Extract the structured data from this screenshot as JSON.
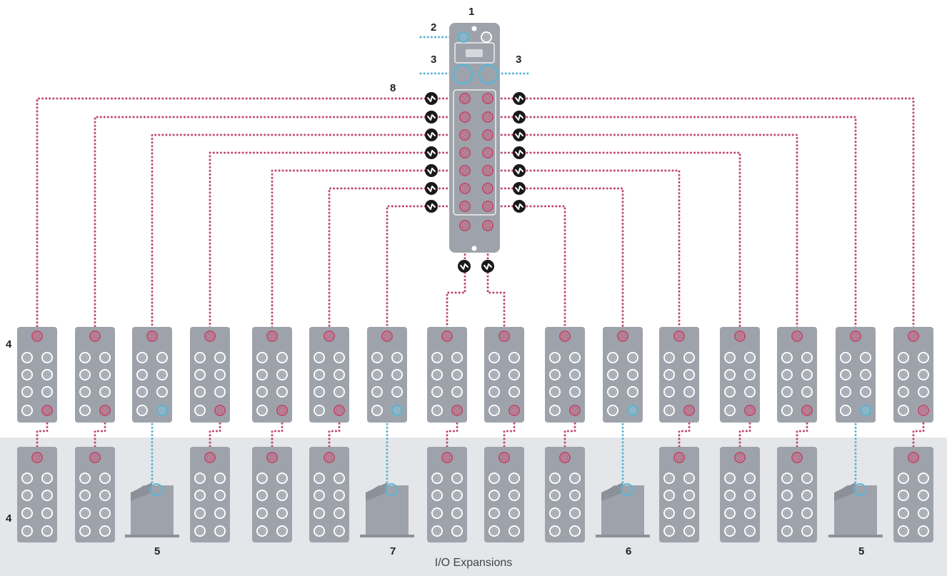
{
  "callouts": {
    "c1": "1",
    "c2": "2",
    "c3_left": "3",
    "c3_right": "3",
    "c4_top": "4",
    "c4_bottom": "4",
    "c5_left": "5",
    "c5_right": "5",
    "c6": "6",
    "c7": "7",
    "c8": "8"
  },
  "expansion_area_label": "I/O Expansions",
  "colors": {
    "module": "#9ea3ab",
    "module_dark": "#8c9199",
    "port_ring": "#ffffff",
    "link_line": "#c04a6e",
    "power_line": "#5bb6d6",
    "expansion_band": "#e4e6e9",
    "iolink_symbol": "#1a1a1a"
  },
  "icons": {
    "port": "m12-port-icon",
    "iolink": "io-link-symbol-icon",
    "power_supply": "power-supply-icon"
  }
}
